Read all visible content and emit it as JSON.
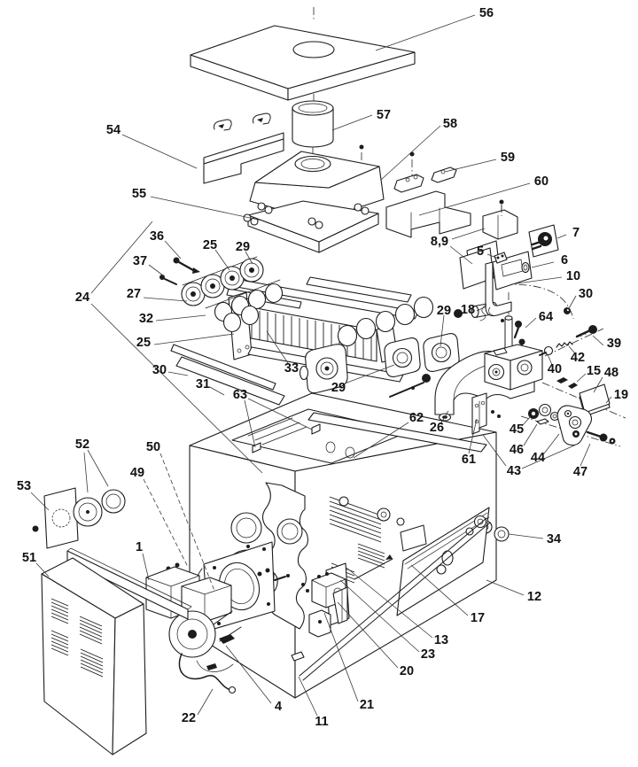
{
  "figure": {
    "kind": "exploded-parts-diagram",
    "subject": "gas heater / boiler assembly exploded view",
    "style": {
      "background": "#ffffff",
      "ink": "#1c1c1c",
      "leader": "#3a3a3a",
      "label": "#121212"
    }
  },
  "callouts": [
    {
      "num": "56"
    },
    {
      "num": "57"
    },
    {
      "num": "58"
    },
    {
      "num": "59"
    },
    {
      "num": "60"
    },
    {
      "num": "54"
    },
    {
      "num": "55"
    },
    {
      "num": "7"
    },
    {
      "num": "8,9"
    },
    {
      "num": "5"
    },
    {
      "num": "6"
    },
    {
      "num": "10"
    },
    {
      "num": "30"
    },
    {
      "num": "18"
    },
    {
      "num": "29"
    },
    {
      "num": "64"
    },
    {
      "num": "39"
    },
    {
      "num": "42"
    },
    {
      "num": "40"
    },
    {
      "num": "15"
    },
    {
      "num": "48"
    },
    {
      "num": "19"
    },
    {
      "num": "24"
    },
    {
      "num": "36"
    },
    {
      "num": "37"
    },
    {
      "num": "25"
    },
    {
      "num": "29"
    },
    {
      "num": "27"
    },
    {
      "num": "32"
    },
    {
      "num": "25"
    },
    {
      "num": "30"
    },
    {
      "num": "31"
    },
    {
      "num": "33"
    },
    {
      "num": "29"
    },
    {
      "num": "63"
    },
    {
      "num": "62"
    },
    {
      "num": "26"
    },
    {
      "num": "61"
    },
    {
      "num": "45"
    },
    {
      "num": "46"
    },
    {
      "num": "44"
    },
    {
      "num": "43"
    },
    {
      "num": "47"
    },
    {
      "num": "34"
    },
    {
      "num": "12"
    },
    {
      "num": "17"
    },
    {
      "num": "13"
    },
    {
      "num": "23"
    },
    {
      "num": "20"
    },
    {
      "num": "21"
    },
    {
      "num": "11"
    },
    {
      "num": "4"
    },
    {
      "num": "22"
    },
    {
      "num": "1"
    },
    {
      "num": "49"
    },
    {
      "num": "50"
    },
    {
      "num": "52"
    },
    {
      "num": "53"
    },
    {
      "num": "51"
    }
  ]
}
